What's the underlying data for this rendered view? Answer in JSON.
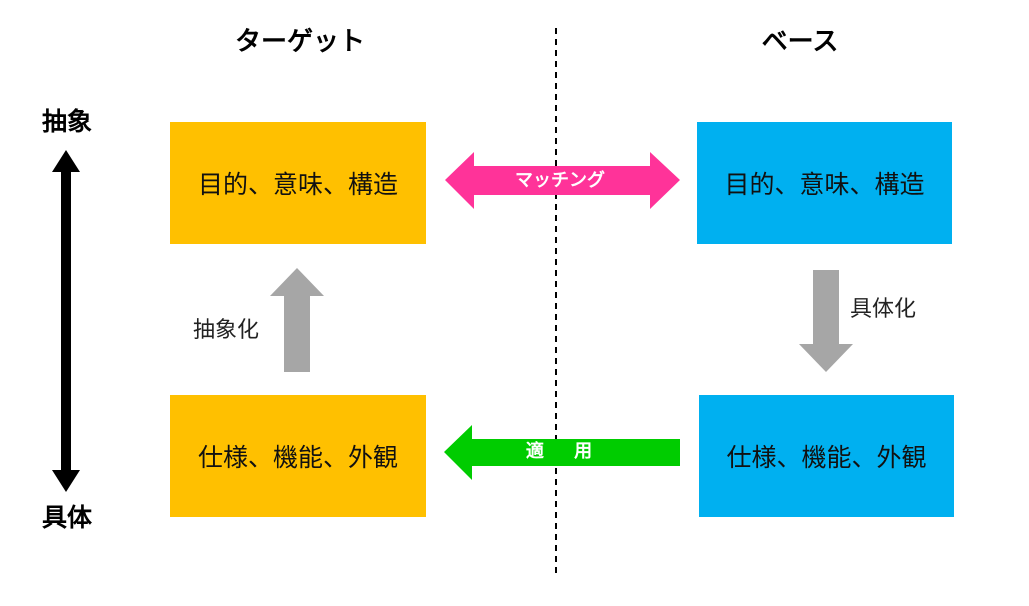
{
  "headings": {
    "target": "ターゲット",
    "base": "ベース"
  },
  "axis": {
    "top_label": "抽象",
    "bottom_label": "具体"
  },
  "boxes": {
    "target_top": "目的、意味、構造",
    "target_bottom": "仕様、機能、外観",
    "base_top": "目的、意味、構造",
    "base_bottom": "仕様、機能、外観"
  },
  "arrows": {
    "matching": "マッチング",
    "apply": "適 用",
    "abstraction": "抽象化",
    "concretization": "具体化"
  },
  "colors": {
    "target_box": "#FFC000",
    "base_box": "#00B0F0",
    "matching_arrow": "#FF3399",
    "apply_arrow": "#00CC00",
    "gray_arrow": "#A6A6A6",
    "axis_arrow": "#000000"
  }
}
